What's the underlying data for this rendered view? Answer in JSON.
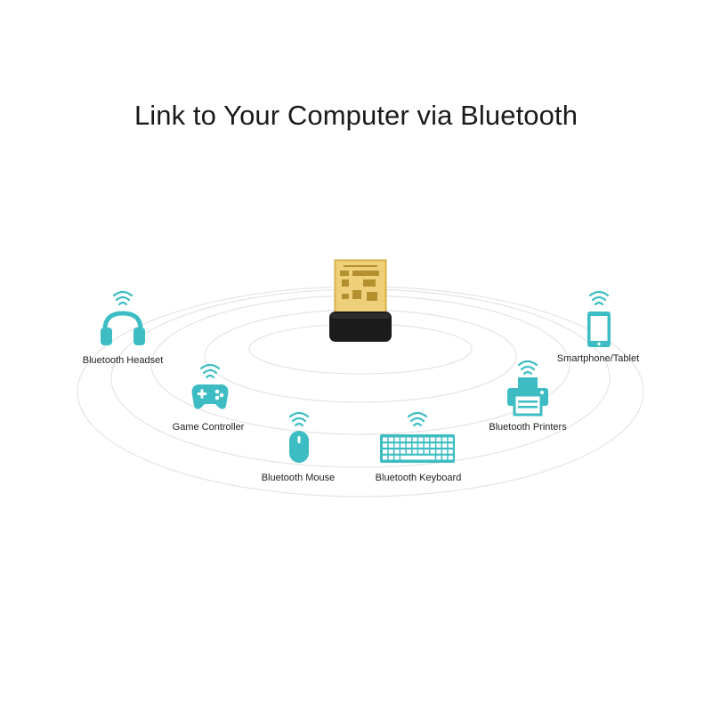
{
  "title": "Link to Your Computer via Bluetooth",
  "colors": {
    "accent": "#3dbdc3",
    "rings": "#e4e4e4",
    "adapter_body": "#1b1b1b",
    "adapter_gold": "#e6c25a",
    "text": "#1a1a1a"
  },
  "devices": [
    {
      "label": "Bluetooth Headset",
      "icon": "headphones-icon"
    },
    {
      "label": "Game Controller",
      "icon": "gamepad-icon"
    },
    {
      "label": "Bluetooth Mouse",
      "icon": "mouse-icon"
    },
    {
      "label": "Bluetooth Keyboard",
      "icon": "keyboard-icon"
    },
    {
      "label": "Bluetooth Printers",
      "icon": "printer-icon"
    },
    {
      "label": "Smartphone/Tablet",
      "icon": "smartphone-icon"
    }
  ],
  "adapter": {
    "icon": "usb-bluetooth-adapter-icon"
  }
}
